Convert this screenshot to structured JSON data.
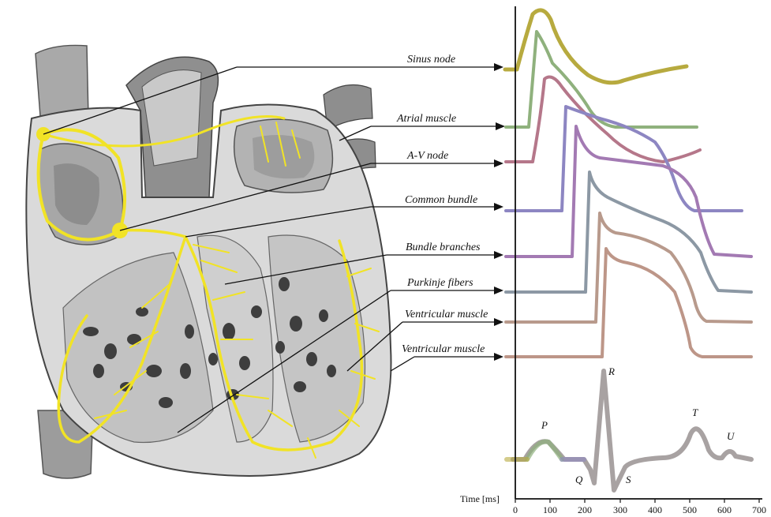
{
  "labels": [
    "Sinus node",
    "Atrial muscle",
    "A-V node",
    "Common bundle",
    "Bundle branches",
    "Purkinje fibers",
    "Ventricular muscle",
    "Ventricular muscle"
  ],
  "ecg_labels": {
    "p": "P",
    "q": "Q",
    "r": "R",
    "s": "S",
    "t": "T",
    "u": "U"
  },
  "axis": {
    "title": "Time [ms]",
    "ticks": [
      "0",
      "100",
      "200",
      "300",
      "400",
      "500",
      "600",
      "700"
    ]
  },
  "colors": {
    "sinus": "#b7aa3f",
    "atrial": "#8fb17d",
    "av": "#b5778a",
    "bundle": "#8d86c2",
    "branches": "#a37ab3",
    "purkinje": "#8c98a4",
    "ventricular1": "#b89a8c",
    "ventricular2": "#bd9688",
    "conduction": "#f1e326",
    "ecg": "#a8a2a2"
  }
}
